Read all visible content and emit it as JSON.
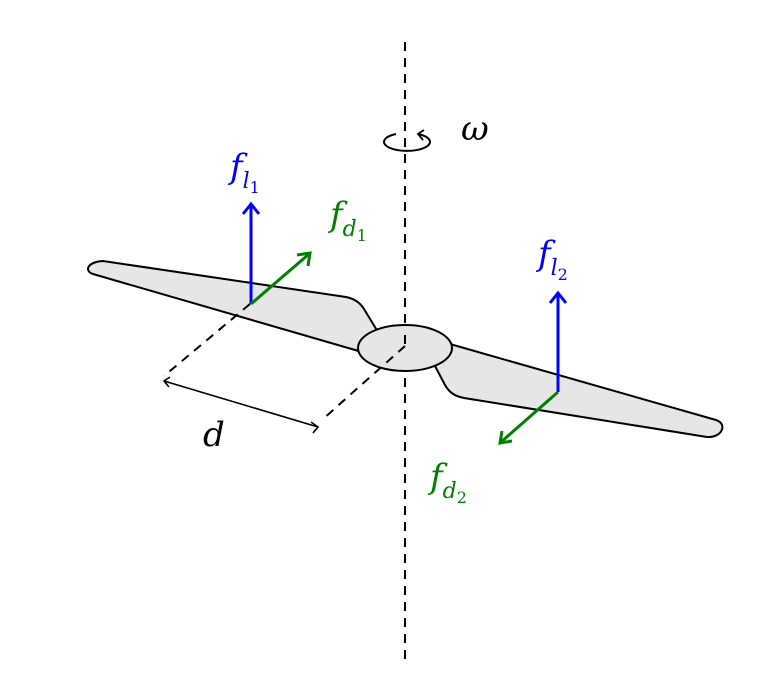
{
  "labels": {
    "omega": "ω",
    "f_l1_base": "f",
    "f_l1_sub": "l",
    "f_l1_subsub": "1",
    "f_d1_base": "f",
    "f_d1_sub": "d",
    "f_d1_subsub": "1",
    "f_l2_base": "f",
    "f_l2_sub": "l",
    "f_l2_subsub": "2",
    "f_d2_base": "f",
    "f_d2_sub": "d",
    "f_d2_subsub": "2",
    "d": "d"
  },
  "colors": {
    "lift": "#0000ff",
    "drag": "#008000",
    "blade_fill": "#e6e6e6",
    "line": "#000000"
  }
}
